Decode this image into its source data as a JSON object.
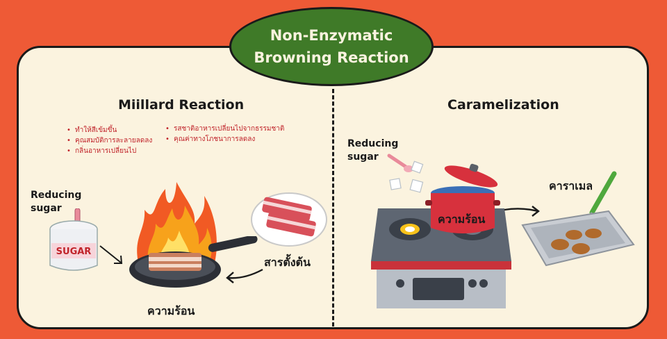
{
  "title": {
    "line1": "Non-Enzymatic",
    "line2": "Browning Reaction"
  },
  "left": {
    "heading": "Miillard Reaction",
    "effects_col1": [
      "ทำให้สีเข้มขึ้น",
      "คุณสมบัติการละลายลดลง",
      "กลิ่นอาหารเปลี่ยนไป"
    ],
    "effects_col2": [
      "รสชาติอาหารเปลี่ยนไปจากธรรมชาติ",
      "คุณค่าทางโภชนาการลดลง"
    ],
    "reducing_sugar": {
      "line1": "Reducing",
      "line2": "sugar"
    },
    "sugar_jar_text": "SUGAR",
    "reactant_label": "สารตั้งต้น",
    "heat_label": "ความร้อน"
  },
  "right": {
    "heading": "Caramelization",
    "reducing_sugar": {
      "line1": "Reducing",
      "line2": "sugar"
    },
    "heat_label": "ความร้อน",
    "product_label": "คาราเมล"
  },
  "colors": {
    "background": "#ee5a36",
    "panel": "#fbf3df",
    "title_oval": "#3f7a28",
    "bullet_text": "#c0232a"
  },
  "icons": [
    "sugar-jar-icon",
    "fire-icon",
    "frying-pan-icon",
    "meat-plate-icon",
    "sugar-cubes-icon",
    "gas-stove-icon",
    "cooking-pot-icon",
    "caramel-tray-icon",
    "arrow-icon"
  ]
}
